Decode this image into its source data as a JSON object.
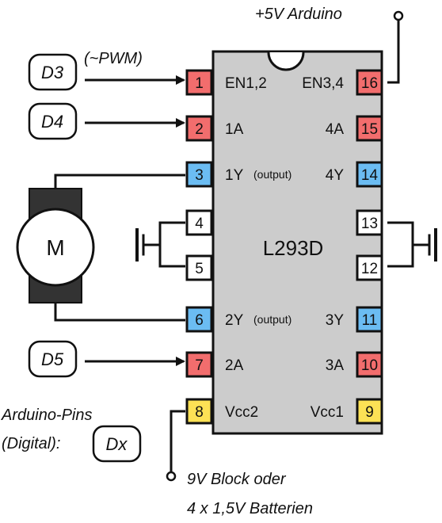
{
  "chip": {
    "name": "L293D",
    "body_color": "#cccccc"
  },
  "colors": {
    "enable_pin": "#f26d6d",
    "input_pin": "#f26d6d",
    "output_pin": "#6bbcf2",
    "supply_pin": "#fde155",
    "ground_pin": "#ffffff",
    "motor_body": "#333333"
  },
  "pins": [
    {
      "num": "1",
      "label": "EN1,2",
      "kind": "enable"
    },
    {
      "num": "2",
      "label": "1A",
      "kind": "input"
    },
    {
      "num": "3",
      "label": "1Y",
      "note": "(output)",
      "kind": "output"
    },
    {
      "num": "4",
      "label": "",
      "kind": "ground"
    },
    {
      "num": "5",
      "label": "",
      "kind": "ground"
    },
    {
      "num": "6",
      "label": "2Y",
      "note": "(output)",
      "kind": "output"
    },
    {
      "num": "7",
      "label": "2A",
      "kind": "input"
    },
    {
      "num": "8",
      "label": "Vcc2",
      "kind": "supply"
    },
    {
      "num": "9",
      "label": "Vcc1",
      "kind": "supply"
    },
    {
      "num": "10",
      "label": "3A",
      "kind": "input"
    },
    {
      "num": "11",
      "label": "3Y",
      "kind": "output"
    },
    {
      "num": "12",
      "label": "",
      "kind": "ground"
    },
    {
      "num": "13",
      "label": "",
      "kind": "ground"
    },
    {
      "num": "14",
      "label": "4Y",
      "kind": "output"
    },
    {
      "num": "15",
      "label": "4A",
      "kind": "input"
    },
    {
      "num": "16",
      "label": "EN3,4",
      "kind": "enable"
    }
  ],
  "arduino": {
    "d3": "D3",
    "d4": "D4",
    "d5": "D5",
    "dx": "Dx",
    "pwm_note": "(~PWM)",
    "legend_line1": "Arduino-Pins",
    "legend_line2": "(Digital):"
  },
  "power": {
    "vcc1_label": "+5V Arduino",
    "vcc2_line1": "9V Block oder",
    "vcc2_line2": "4 x 1,5V Batterien"
  },
  "motor": {
    "label": "M"
  },
  "icons": [
    "ground-symbol-icon",
    "ground-symbol-icon",
    "terminal-circle-icon",
    "arrow-right-icon"
  ]
}
